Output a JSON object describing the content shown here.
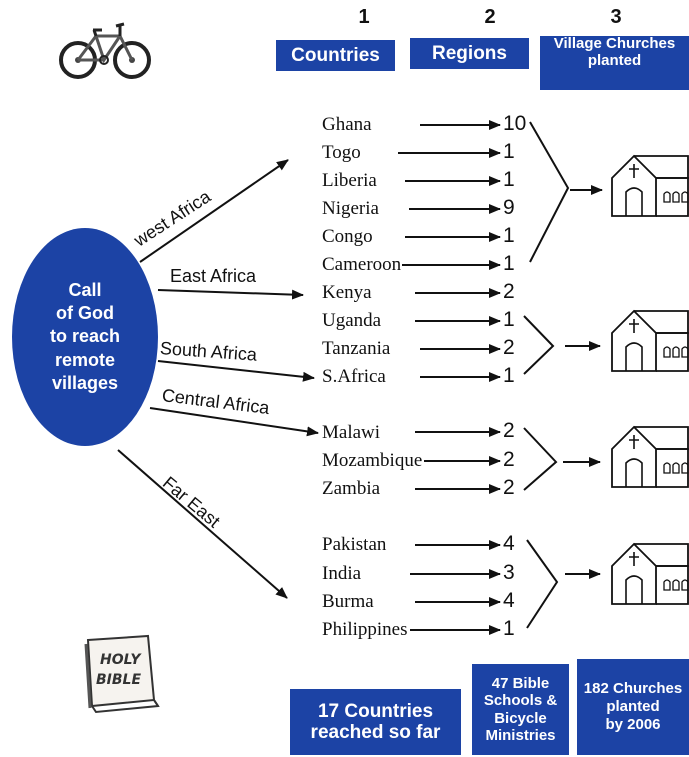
{
  "column_numbers": [
    "1",
    "2",
    "3"
  ],
  "column_headers": {
    "countries": "Countries",
    "regions": "Regions",
    "churches_line1": "Village Churches",
    "churches_line2": "planted"
  },
  "center": {
    "lines": [
      "Call",
      "of God",
      "to reach",
      "remote",
      "villages"
    ]
  },
  "regions": [
    "west Africa",
    "East Africa",
    "South Africa",
    "Central  Africa",
    "Far East"
  ],
  "countries": [
    {
      "name": "Ghana",
      "count": "10"
    },
    {
      "name": "Togo",
      "count": "1"
    },
    {
      "name": "Liberia",
      "count": "1"
    },
    {
      "name": "Nigeria",
      "count": "9"
    },
    {
      "name": "Congo",
      "count": "1"
    },
    {
      "name": "Cameroon",
      "count": "1"
    },
    {
      "name": "Kenya",
      "count": "2"
    },
    {
      "name": "Uganda",
      "count": "1"
    },
    {
      "name": "Tanzania",
      "count": "2"
    },
    {
      "name": "S.Africa",
      "count": "1"
    },
    {
      "name": "Malawi",
      "count": "2"
    },
    {
      "name": "Mozambique",
      "count": "2"
    },
    {
      "name": "Zambia",
      "count": "2"
    },
    {
      "name": "Pakistan",
      "count": "4"
    },
    {
      "name": "India",
      "count": "3"
    },
    {
      "name": "Burma",
      "count": "4"
    },
    {
      "name": "Philippines",
      "count": "1"
    }
  ],
  "summary": {
    "countries_line1": "17 Countries",
    "countries_line2": "reached so far",
    "schools_line1": "47 Bible",
    "schools_line2": "Schools &",
    "schools_line3": "Bicycle",
    "schools_line4": "Ministries",
    "churches_line1": "182 Churches",
    "churches_line2": "planted",
    "churches_line3": "by 2006"
  },
  "bible_text_line1": "HOLY",
  "bible_text_line2": "BIBLE",
  "colors": {
    "accent_blue": "#1c43a5",
    "ink": "#111111"
  },
  "icons": [
    "bicycle-icon",
    "church-icon",
    "bible-icon"
  ]
}
